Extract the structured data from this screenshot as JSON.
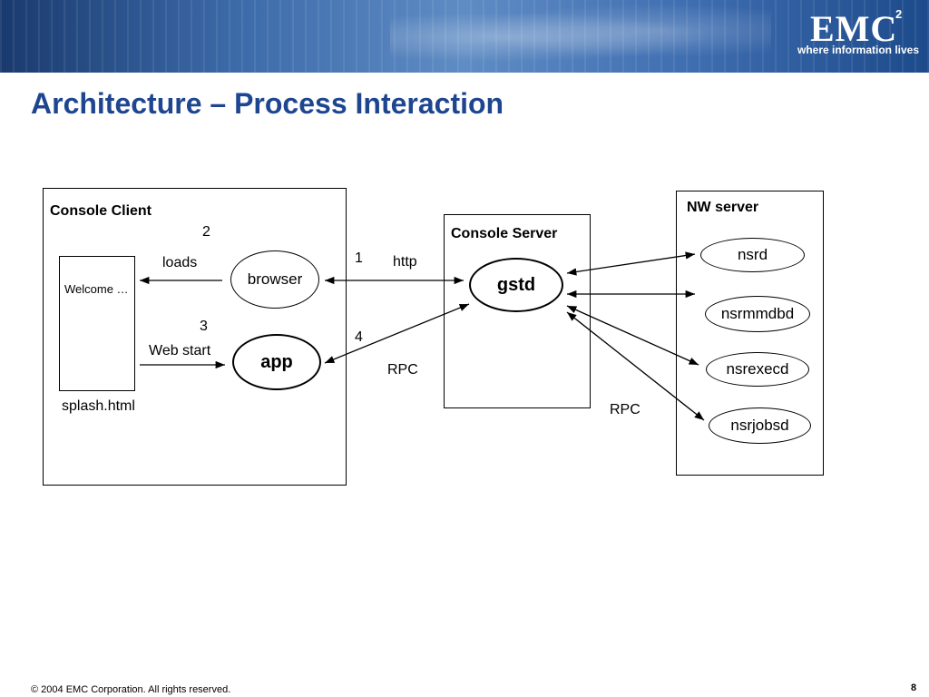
{
  "header": {
    "logo": "EMC",
    "logo_superscript": "2",
    "tagline": "where information lives"
  },
  "title": "Architecture – Process Interaction",
  "diagram": {
    "client": {
      "label": "Console Client",
      "splash_text": "Welcome …",
      "splash_file": "splash.html",
      "browser": "browser",
      "app": "app",
      "loads": "loads",
      "web_start": "Web start",
      "step2": "2",
      "step3": "3"
    },
    "server": {
      "label": "Console Server",
      "gstd": "gstd"
    },
    "nw": {
      "label": "NW server",
      "processes": [
        "nsrd",
        "nsrmmdbd",
        "nsrexecd",
        "nsrjobsd"
      ]
    },
    "step1": "1",
    "http": "http",
    "step4": "4",
    "rpc_left": "RPC",
    "rpc_right": "RPC"
  },
  "footer": {
    "copyright": "© 2004 EMC Corporation. All rights reserved.",
    "page_number": "8"
  }
}
